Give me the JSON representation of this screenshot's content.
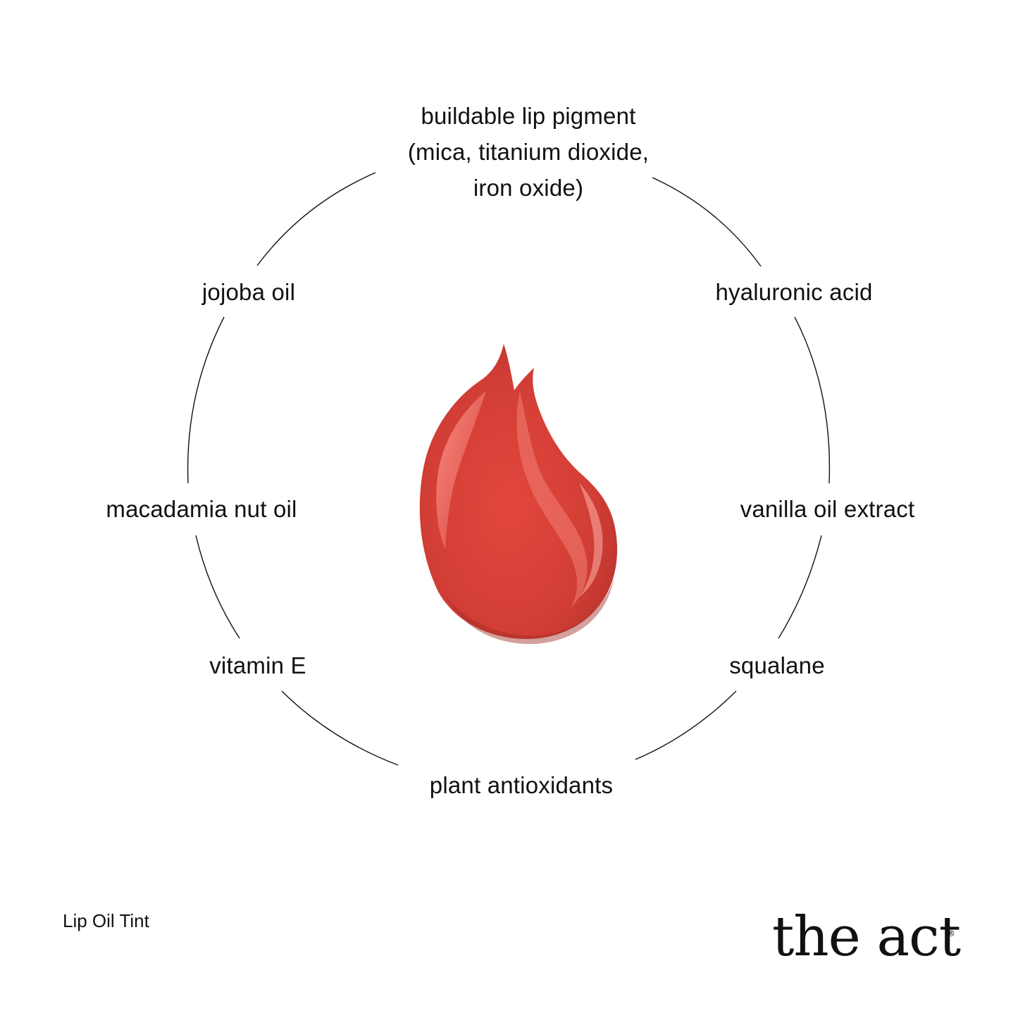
{
  "ingredients": {
    "top": [
      "buildable lip pigment",
      "(mica, titanium dioxide,",
      "iron oxide)"
    ],
    "jojoba": "jojoba oil",
    "hyaluronic": "hyaluronic acid",
    "macadamia": "macadamia nut oil",
    "vanilla": "vanilla oil extract",
    "vitamin_e": "vitamin E",
    "squalane": "squalane",
    "antioxidants": "plant antioxidants"
  },
  "product": {
    "name": "Lip Oil Tint"
  },
  "brand": {
    "logo_text": "the act",
    "logo_mark": "®"
  },
  "colors": {
    "swatch": "#d9423a",
    "ink": "#111111",
    "background": "#ffffff"
  },
  "visual": {
    "swatch": "lip-oil-swatch-smear",
    "ring": "ingredient-circle"
  }
}
